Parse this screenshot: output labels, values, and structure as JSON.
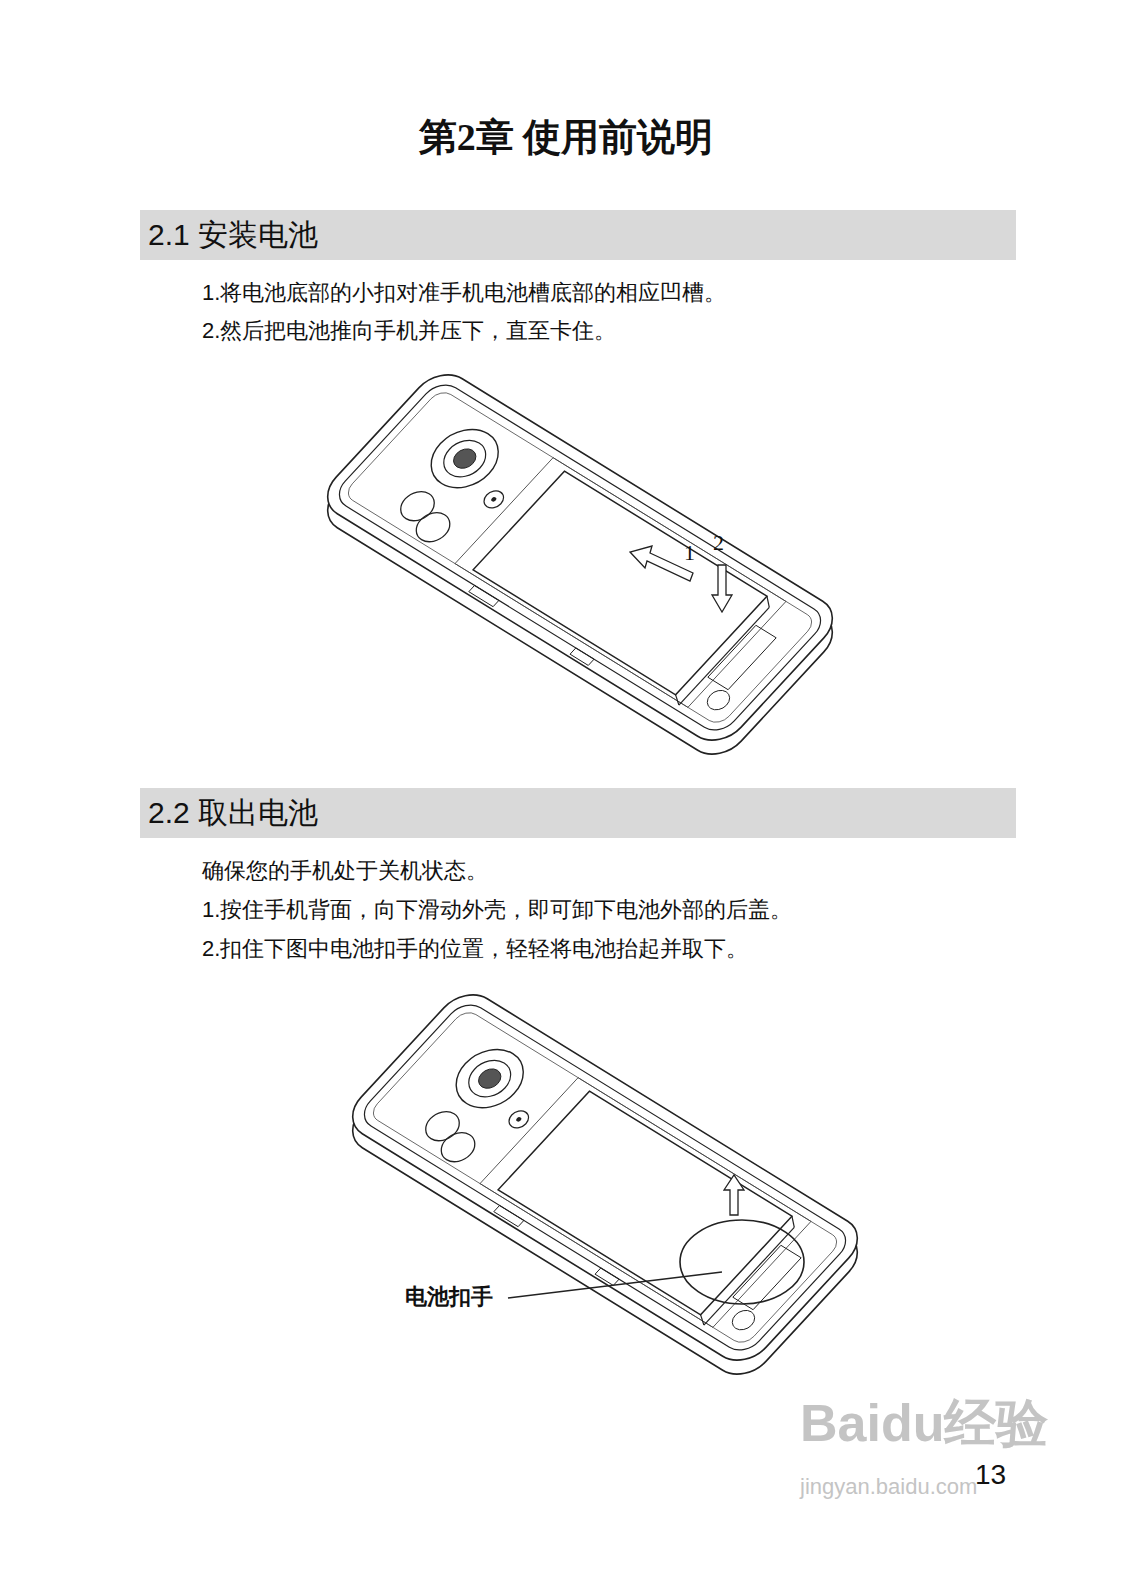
{
  "diagram": {
    "title": "第2章 使用前说明",
    "nodes": [
      {
        "text": [
          "2.1 安装电池"
        ]
      },
      {
        "text": [
          "2.2 取出电池"
        ]
      }
    ],
    "labels": [
      "1.将电池底部的小扣对准手机电池槽底部的相应凹槽。",
      "2.然后把电池推向手机并压下，直至卡住。",
      "1",
      "2",
      "确保您的手机处于关机状态。",
      "1.按住手机背面，向下滑动外壳，即可卸下电池外部的后盖。",
      "2.扣住下图中电池扣手的位置，轻轻将电池抬起并取下。",
      "电池扣手",
      "Baidu经验",
      "jingyan.baidu.com",
      "13"
    ]
  }
}
